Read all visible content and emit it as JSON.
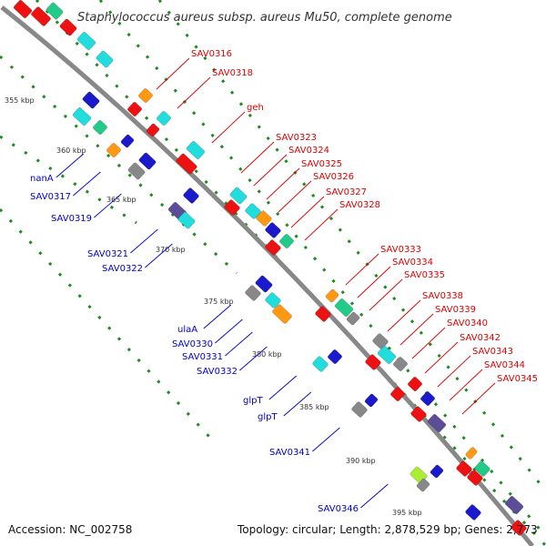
{
  "title": "Staphylococcus aureus subsp. aureus Mu50, complete genome",
  "accession": "Accession: NC_002758",
  "topology": "Topology: circular; Length: 2,878,529 bp; Genes: 2,773",
  "colors": {
    "backbone": "#8c8c8c",
    "tick_dots": "#1f8a1f",
    "label_forward": "#dd0000",
    "label_reverse": "#0000cc",
    "feature_red": "#ee1111",
    "feature_blue": "#1a1acc",
    "feature_cyan": "#22dddd",
    "feature_orange": "#ff9911",
    "feature_gray": "#888888",
    "feature_purple": "#5c4d99",
    "feature_green": "#22cc88",
    "feature_lime": "#aaee33"
  },
  "ticks": [
    "355 kbp",
    "360 kbp",
    "365 kbp",
    "370 kbp",
    "375 kbp",
    "380 kbp",
    "385 kbp",
    "390 kbp",
    "395 kbp"
  ],
  "forward_labels": [
    "SAV0316",
    "SAV0318",
    "geh",
    "SAV0323",
    "SAV0324",
    "SAV0325",
    "SAV0326",
    "SAV0327",
    "SAV0328",
    "SAV0333",
    "SAV0334",
    "SAV0335",
    "SAV0338",
    "SAV0339",
    "SAV0340",
    "SAV0342",
    "SAV0343",
    "SAV0344",
    "SAV0345"
  ],
  "reverse_labels": [
    "nanA",
    "SAV0317",
    "SAV0319",
    "SAV0321",
    "SAV0322",
    "ulaA",
    "SAV0330",
    "SAV0331",
    "SAV0332",
    "glpT",
    "glpT",
    "SAV0341",
    "SAV0346"
  ]
}
